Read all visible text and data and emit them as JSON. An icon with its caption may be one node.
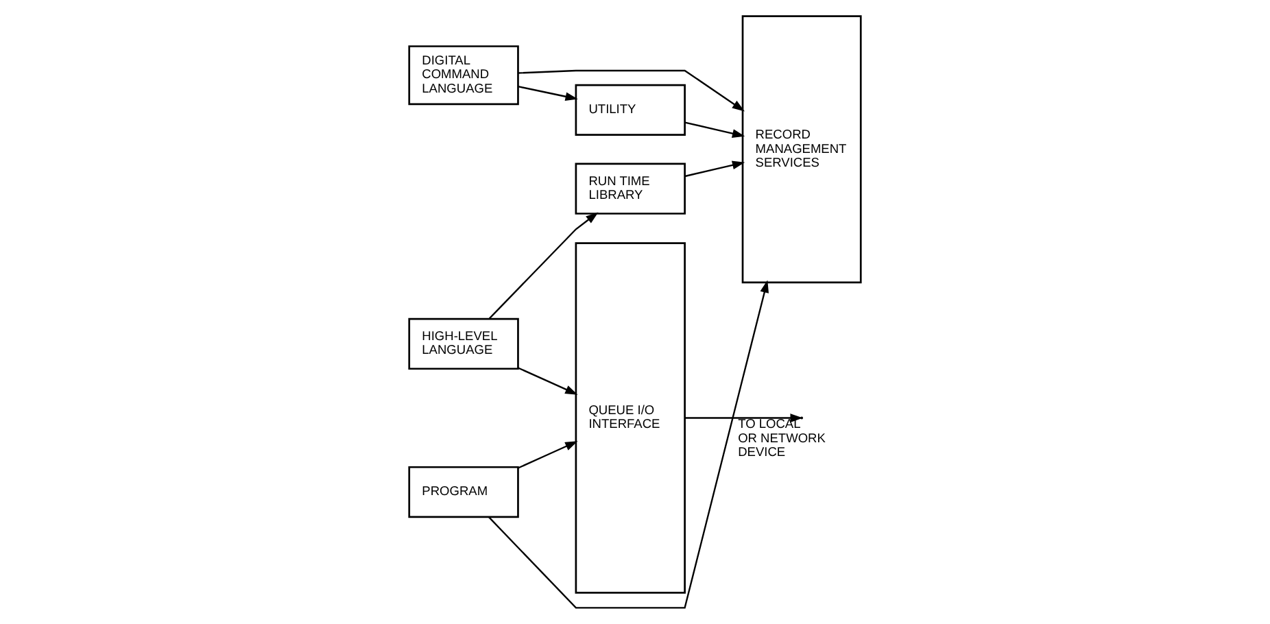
{
  "diagram": {
    "nodes": [
      {
        "text": [
          "PROGRAM"
        ]
      },
      {
        "text": [
          "DIGITAL COMMAND LANGUAGE"
        ]
      },
      {
        "text": [
          "HIGH-LEVEL LANGUAGE"
        ]
      },
      {
        "text": [
          "UTILITY"
        ]
      },
      {
        "text": [
          "RUN TIME LIBRARY"
        ]
      },
      {
        "text": [
          "RECORD MANAGEMENT SERVICES"
        ]
      },
      {
        "text": [
          "QUEUE I/O INTERFACE"
        ]
      }
    ],
    "edges": [
      {
        "from": 0,
        "to": 6,
        "arrow": "to"
      },
      {
        "from": 0,
        "to": 5,
        "arrow": "to"
      },
      {
        "from": 1,
        "to": 5,
        "arrow": "to"
      },
      {
        "from": 1,
        "to": 3,
        "arrow": "to"
      },
      {
        "from": 3,
        "to": 5,
        "arrow": "to"
      },
      {
        "from": 2,
        "to": 4,
        "arrow": "to"
      },
      {
        "from": 4,
        "to": 5,
        "arrow": "to"
      },
      {
        "from": 2,
        "to": 6,
        "arrow": "to"
      },
      {
        "from": 6,
        "to": null,
        "arrow": "to",
        "label": "TO LOCAL OR NETWORK DEVICE"
      }
    ]
  }
}
